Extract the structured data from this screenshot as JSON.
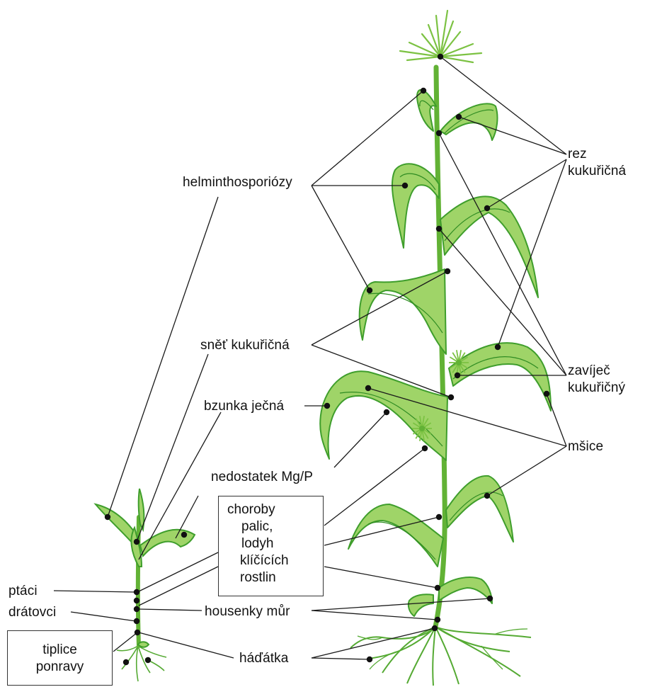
{
  "labels": {
    "helminthosporiozy": "helminthosporiózy",
    "snet": "sněť kukuřičná",
    "bzunka": "bzunka ječná",
    "nedostatek": "nedostatek Mg/P",
    "ptaci": "ptáci",
    "dratovci": "drátovci",
    "housenky": "housenky můr",
    "hadatka": "háďátka",
    "rez": [
      "rez",
      "kukuřičná"
    ],
    "zavijec": [
      "zavíječ",
      "kukuřičný"
    ],
    "msice": "mšice",
    "choroby_box": [
      "choroby",
      "palic,",
      "lodyh",
      "klíčících",
      "rostlin"
    ],
    "tiplice_box": [
      "tiplice",
      "ponravy"
    ]
  },
  "colors": {
    "leaf_fill": "#9fd468",
    "leaf_stroke": "#3f9e2c",
    "leaf_vein": "#2f8c22",
    "stem": "#62b235",
    "tassel": "#7cc243",
    "root": "#55aa33",
    "line": "#1a1a1a",
    "dot": "#111111"
  }
}
